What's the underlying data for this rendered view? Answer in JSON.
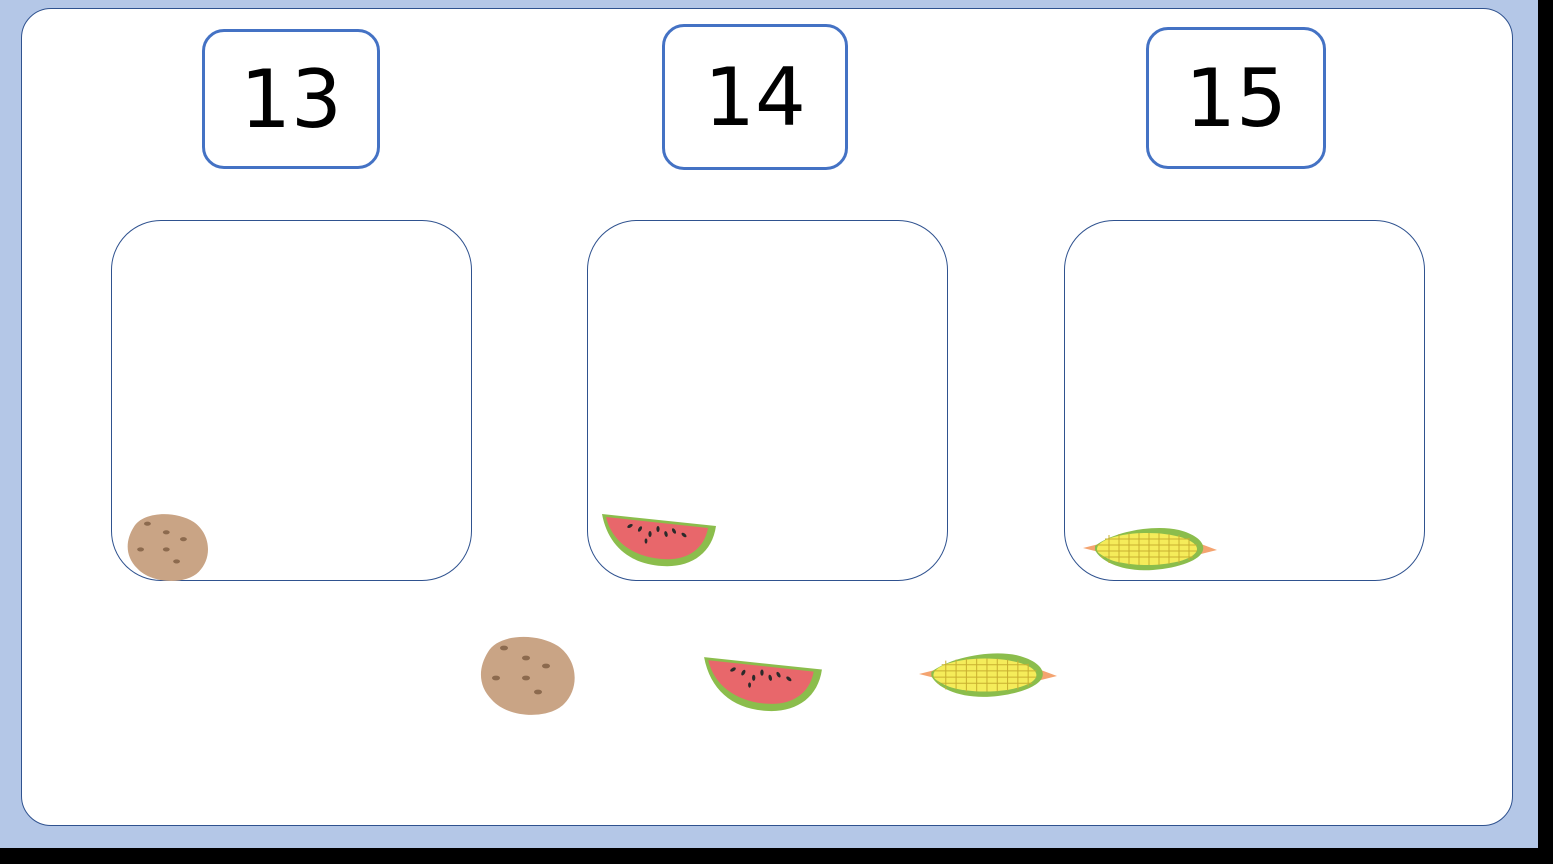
{
  "numbers": [
    {
      "label": "13"
    },
    {
      "label": "14"
    },
    {
      "label": "15"
    }
  ],
  "boxes": [
    {
      "item_icon": "potato-icon"
    },
    {
      "item_icon": "watermelon-slice-icon"
    },
    {
      "item_icon": "corn-cob-icon"
    }
  ],
  "draggable_items": [
    {
      "icon": "potato-icon"
    },
    {
      "icon": "watermelon-slice-icon"
    },
    {
      "icon": "corn-cob-icon"
    }
  ],
  "colors": {
    "frame": "#b4c7e7",
    "card_border": "#4472c4",
    "box_border": "#2f528f",
    "potato": "#c9a485",
    "watermelon_flesh": "#e8676b",
    "watermelon_rind": "#8bbd4c",
    "corn": "#f5ec5a",
    "husk": "#8bbd4c"
  }
}
